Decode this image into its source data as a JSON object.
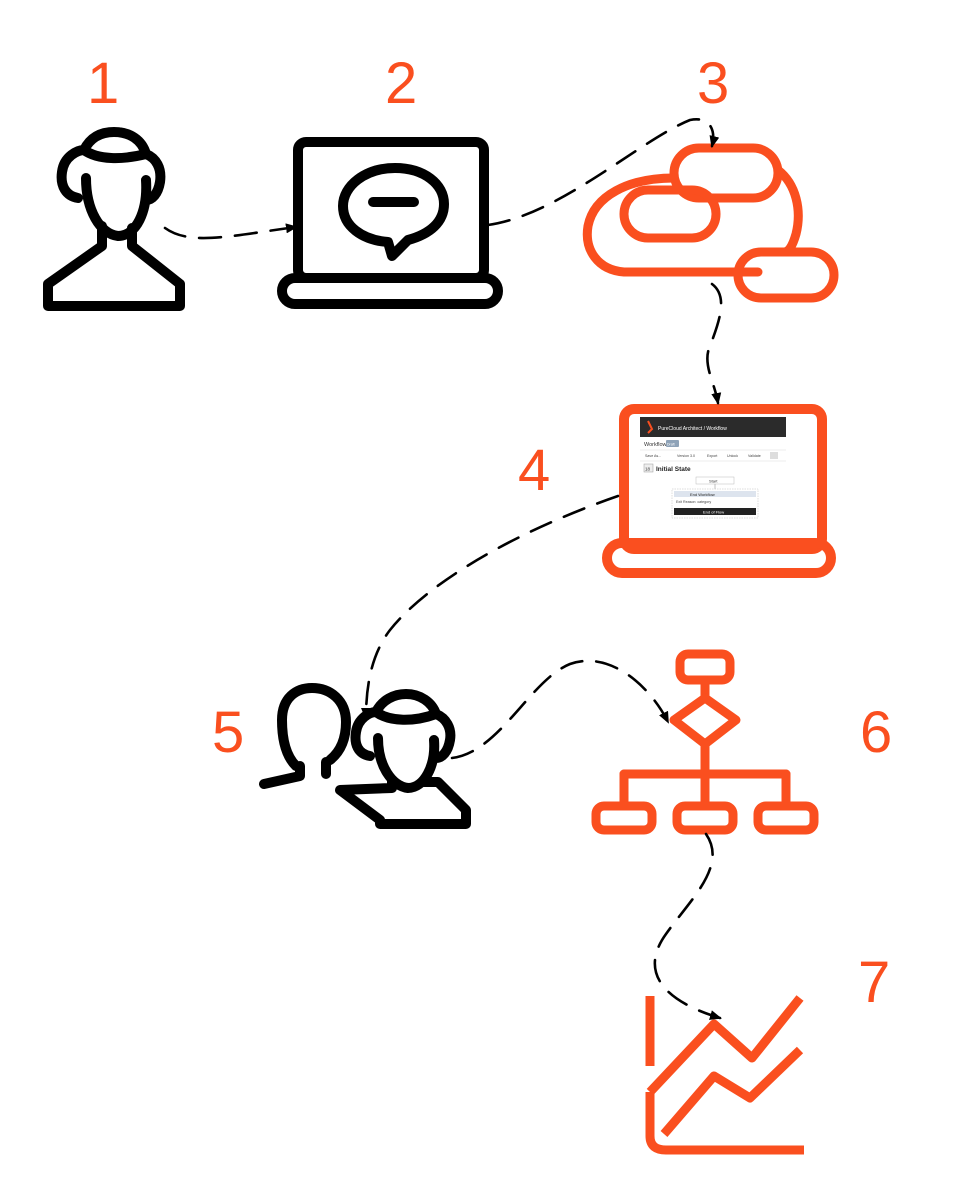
{
  "steps": [
    {
      "number": "1",
      "icon": "female-agent-icon"
    },
    {
      "number": "2",
      "icon": "laptop-chat-icon"
    },
    {
      "number": "3",
      "icon": "cloud-icon"
    },
    {
      "number": "4",
      "icon": "laptop-architect-icon"
    },
    {
      "number": "5",
      "icon": "agents-group-icon"
    },
    {
      "number": "6",
      "icon": "flowchart-icon"
    },
    {
      "number": "7",
      "icon": "analytics-chart-icon"
    }
  ],
  "architect_screen": {
    "header_title": "PureCloud Architect / Workflow",
    "subtitle": "Workflow",
    "subtitle_badge": "Draft",
    "toolbar": [
      "Save As...",
      "Version 3.0",
      "Export",
      "Unlock",
      "Validate"
    ],
    "state_badge": "18",
    "state_title": "Initial State",
    "start_label": "Start",
    "action_label": "End Workflow",
    "exit_reason": "Exit Reason: category",
    "end_label": "End of Flow"
  },
  "colors": {
    "accent": "#FA4F1F",
    "ink": "#000000",
    "background": "#FFFFFF"
  }
}
